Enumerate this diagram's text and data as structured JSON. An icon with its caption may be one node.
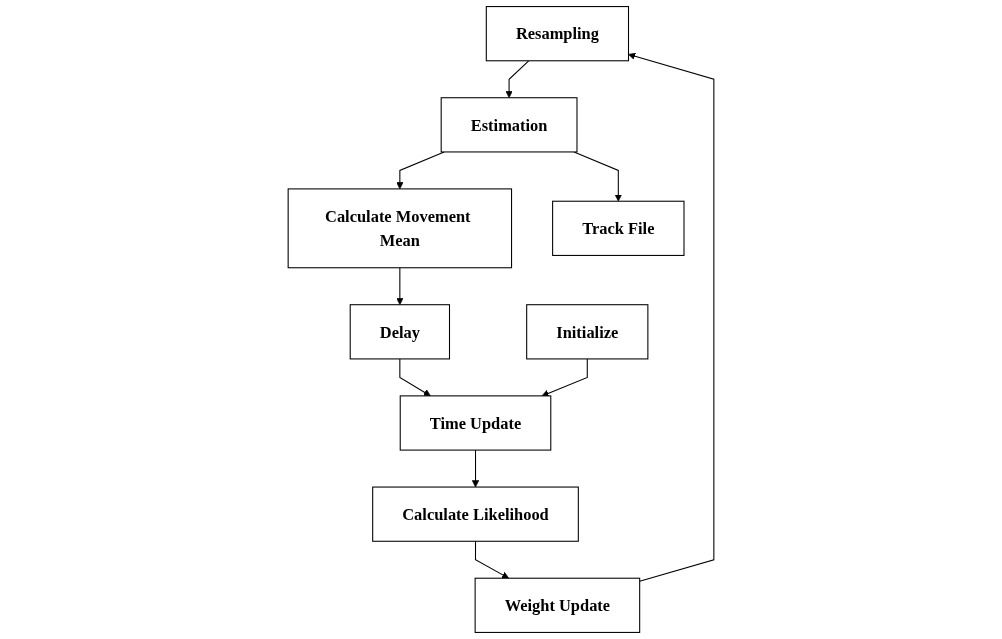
{
  "diagram": {
    "nodes": [
      {
        "text": [
          "Resampling"
        ]
      },
      {
        "text": [
          "Weight Update"
        ]
      },
      {
        "text": [
          "Estimation"
        ]
      },
      {
        "text": [
          "Calculate Movement Mean"
        ]
      },
      {
        "text": [
          "Track File"
        ]
      },
      {
        "text": [
          "Delay"
        ]
      },
      {
        "text": [
          "Calculate Likelihood"
        ]
      },
      {
        "text": [
          "Initialize"
        ]
      },
      {
        "text": [
          "Time Update"
        ]
      }
    ],
    "edges": [
      {
        "from": 1,
        "to": 0,
        "arrow": "to"
      },
      {
        "from": 0,
        "to": 2,
        "arrow": "to"
      },
      {
        "from": 2,
        "to": 3,
        "arrow": "to"
      },
      {
        "from": 2,
        "to": 4,
        "arrow": "to"
      },
      {
        "from": 3,
        "to": 5,
        "arrow": "to"
      },
      {
        "from": 5,
        "to": 8,
        "arrow": "to"
      },
      {
        "from": 7,
        "to": 8,
        "arrow": "to"
      },
      {
        "from": 8,
        "to": 6,
        "arrow": "to"
      },
      {
        "from": 6,
        "to": 1,
        "arrow": "to"
      }
    ]
  }
}
